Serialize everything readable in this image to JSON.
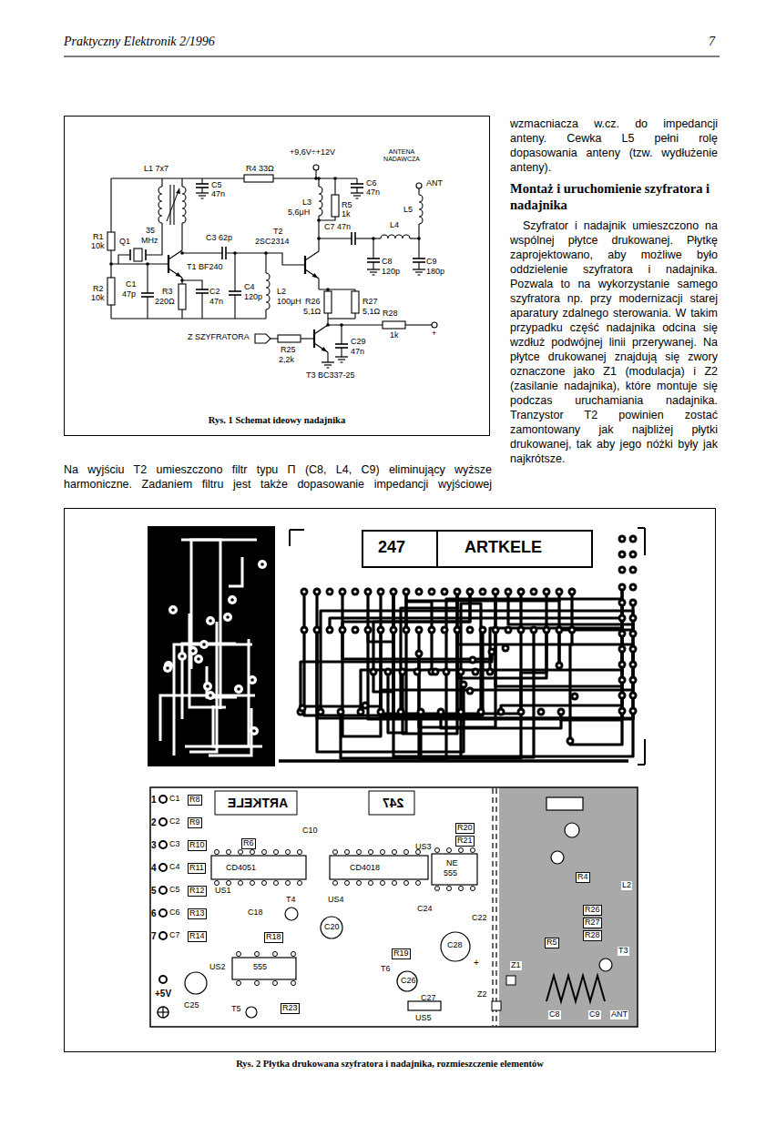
{
  "diagram": {
    "title": "Montaż i uruchomienie szyfratora i nadajnika",
    "nodes": [
      {
        "text": [
          "Rys. 1 Schemat ideowy nadajnika"
        ]
      },
      {
        "text": [
          "Rys. 2 Płytka drukowana szyfratora i nadajnika, rozmieszczenie elementów"
        ]
      }
    ],
    "labels": [
      "Praktyczny Elektronik 2/1996",
      "7",
      "Na wyjściu T2 umieszczono filtr typu Π (C8, L4, C9) eliminujący wyższe harmoniczne. Zadaniem filtru jest także dopasowanie impedancji wyjściowej",
      "wzmacniacza w.cz. do impedancji anteny. Cewka L5 pełni rolę dopasowania anteny (tzw. wydłużenie anteny).",
      "Szyfrator i nadajnik umieszczono na wspólnej płytce drukowanej. Płytkę zaprojektowano, aby możliwe było oddzielenie szyfratora i nadajnika. Pozwala to na wykorzystanie samego szyfratora np. przy modernizacji starej aparatury zdalnego sterowania. W takim przypadku część nadajnika odcina się wzdłuż podwójnej linii przerywanej. Na płytce drukowanej znajdują się zwory oznaczone jako Z1 (modulacja) i Z2 (zasilanie nadajnika), które montuje się podczas uruchamiania nadajnika. Tranzystor T2 powinien zostać zamontowany jak najbliżej płytki drukowanej, tak aby jego nóżki były jak najkrótsze.",
      "L1 7x7",
      "C5",
      "47n",
      "R4 33Ω",
      "+9,6V÷+12V",
      "ANTENA NADAWCZA",
      "ANT",
      "C6",
      "47n",
      "L3",
      "5,6μH",
      "R5",
      "1k",
      "C7 47n",
      "L4",
      "L5",
      "R1",
      "10k",
      "Q1",
      "35",
      "MHz",
      "C3 62p",
      "T2",
      "2SC2314",
      "T1 BF240",
      "C8",
      "120p",
      "C9",
      "180p",
      "R2",
      "10k",
      "C1",
      "47p",
      "R3",
      "220Ω",
      "C2",
      "47n",
      "C4",
      "120p",
      "L2",
      "100μH",
      "R26",
      "5,1Ω",
      "R27",
      "5,1Ω",
      "R28",
      "1k",
      "+",
      "Z SZYFRATORA",
      "R25",
      "2,2k",
      "C29",
      "47n",
      "T3 BC337-25",
      "247",
      "ARTKELE",
      "ARTKELE",
      "247",
      "1",
      "2",
      "3",
      "4",
      "5",
      "6",
      "7",
      "+5V",
      "C25",
      "CD4051",
      "US1",
      "CD4018",
      "US4",
      "NE",
      "555",
      "US3",
      "555",
      "US2",
      "US5",
      "R6",
      "C10",
      "C18",
      "C20",
      "C22",
      "C24",
      "C26",
      "C27",
      "C28",
      "R18",
      "R19",
      "R23",
      "T4",
      "T5",
      "T6",
      "Z1",
      "Z2",
      "R4",
      "R5",
      "R26",
      "R27",
      "R28",
      "L2",
      "T3",
      "C8",
      "C9",
      "ANT",
      "R20",
      "R21",
      "C1",
      "R8",
      "C2",
      "R9",
      "C3",
      "R10",
      "C4",
      "R11",
      "C5",
      "R12",
      "C6",
      "R13",
      "C7",
      "R14",
      "+"
    ]
  }
}
